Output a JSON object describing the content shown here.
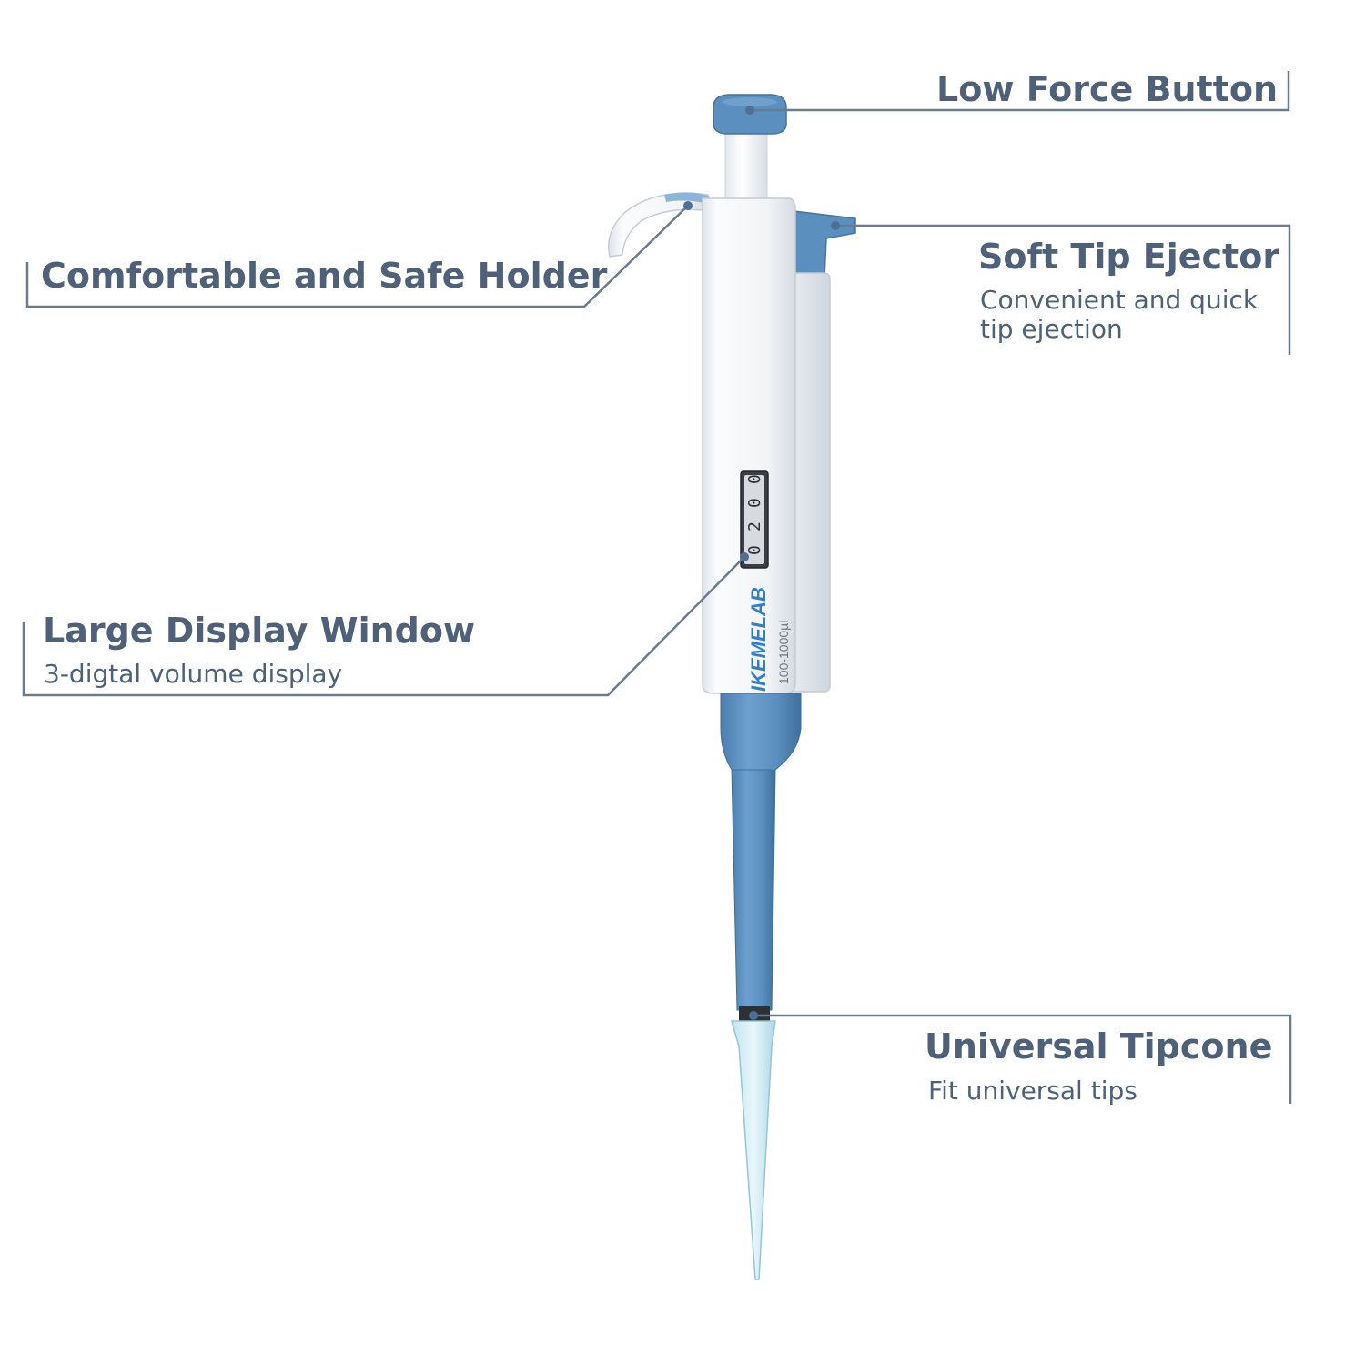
{
  "colors": {
    "text": "#4f6178",
    "line": "#6b7a8c",
    "accent_blue": "#5b8fbf",
    "body_white": "#f4f6f8"
  },
  "callouts": {
    "button": {
      "title": "Low Force Button"
    },
    "holder": {
      "title": "Comfortable and Safe Holder"
    },
    "ejector": {
      "title": "Soft Tip Ejector",
      "subtitle_line1": "Convenient and quick",
      "subtitle_line2": "tip ejection"
    },
    "display": {
      "title": "Large Display Window",
      "subtitle": "3-digtal volume display"
    },
    "tipcone": {
      "title": "Universal Tipcone",
      "subtitle": "Fit universal tips"
    }
  },
  "pipette": {
    "brand": "IKEMELAB",
    "range": "100-1000µl",
    "display_digits": [
      "0",
      "2",
      "0",
      "0"
    ]
  }
}
